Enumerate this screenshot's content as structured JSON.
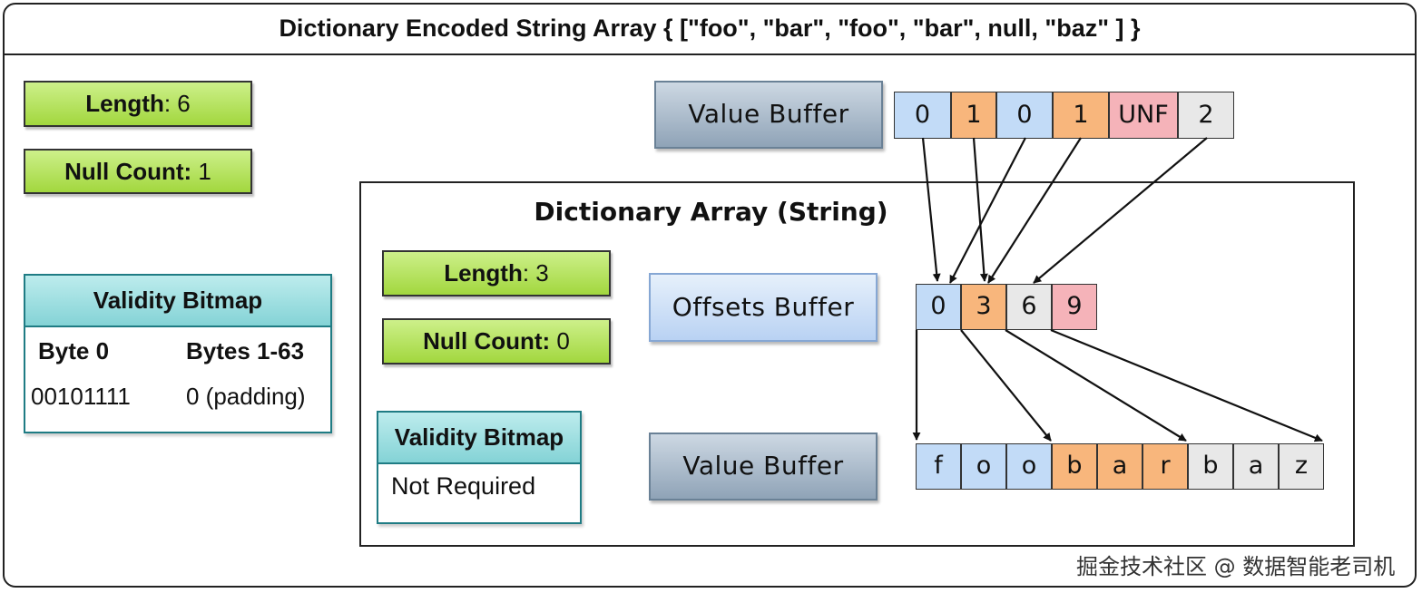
{
  "title": "Dictionary Encoded String Array { [\"foo\", \"bar\", \"foo\", \"bar\", null, \"baz\" ] }",
  "outer": {
    "length_label": "Length",
    "length_value": ": 6",
    "null_label": "Null Count:",
    "null_value": " 1",
    "validity": {
      "header": "Validity Bitmap",
      "col1": "Byte 0",
      "col2": "Bytes 1-63",
      "val1": "00101111",
      "val2": "0 (padding)"
    },
    "value_buffer_label": "Value Buffer",
    "value_cells": [
      {
        "text": "0",
        "color": "#c2dbf7"
      },
      {
        "text": "1",
        "color": "#f8b67c"
      },
      {
        "text": "0",
        "color": "#c2dbf7"
      },
      {
        "text": "1",
        "color": "#f8b67c"
      },
      {
        "text": "UNF",
        "color": "#f5b3b9"
      },
      {
        "text": "2",
        "color": "#e8e8e8"
      }
    ]
  },
  "dictionary": {
    "title": "Dictionary Array (String)",
    "length_label": "Length",
    "length_value": ": 3",
    "null_label": "Null Count:",
    "null_value": " 0",
    "validity": {
      "header": "Validity Bitmap",
      "body": "Not Required"
    },
    "offsets_label": "Offsets Buffer",
    "offset_cells": [
      {
        "text": "0",
        "color": "#c2dbf7"
      },
      {
        "text": "3",
        "color": "#f8b67c"
      },
      {
        "text": "6",
        "color": "#e8e8e8"
      },
      {
        "text": "9",
        "color": "#f5b3b9"
      }
    ],
    "value_buffer_label": "Value Buffer",
    "char_cells": [
      {
        "text": "f",
        "color": "#c2dbf7"
      },
      {
        "text": "o",
        "color": "#c2dbf7"
      },
      {
        "text": "o",
        "color": "#c2dbf7"
      },
      {
        "text": "b",
        "color": "#f8b67c"
      },
      {
        "text": "a",
        "color": "#f8b67c"
      },
      {
        "text": "r",
        "color": "#f8b67c"
      },
      {
        "text": "b",
        "color": "#e8e8e8"
      },
      {
        "text": "a",
        "color": "#e8e8e8"
      },
      {
        "text": "z",
        "color": "#e8e8e8"
      }
    ]
  },
  "watermark": "掘金技术社区 @ 数据智能老司机"
}
